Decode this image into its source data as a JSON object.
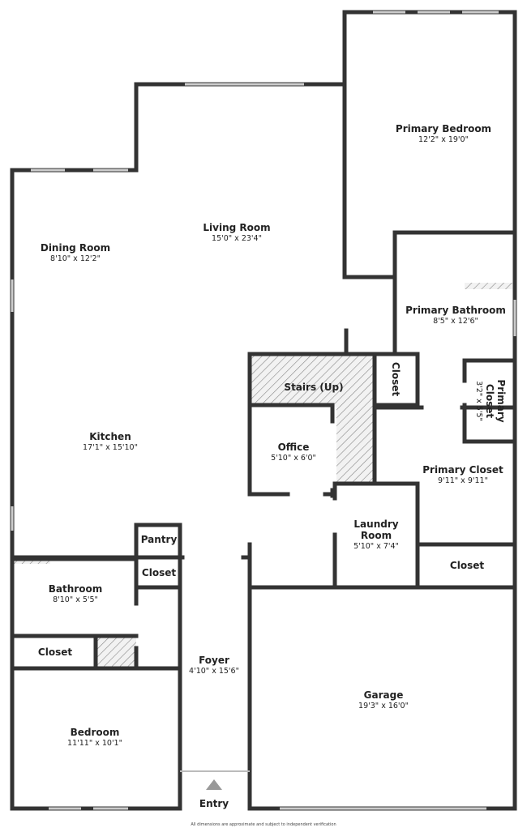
{
  "rooms": {
    "primary_bedroom": {
      "name": "Primary Bedroom",
      "dims": "12'2\" x 19'0\""
    },
    "living_room": {
      "name": "Living Room",
      "dims": "15'0\" x 23'4\""
    },
    "dining_room": {
      "name": "Dining Room",
      "dims": "8'10\" x 12'2\""
    },
    "primary_bathroom": {
      "name": "Primary Bathroom",
      "dims": "8'5\" x 12'6\""
    },
    "stairs": {
      "name": "Stairs (Up)"
    },
    "closet_a": {
      "name": "Closet"
    },
    "primary_closet_small": {
      "name": "Primary Closet",
      "dims": "3'2\" x 5'5\""
    },
    "kitchen": {
      "name": "Kitchen",
      "dims": "17'1\" x 15'10\""
    },
    "office": {
      "name": "Office",
      "dims": "5'10\" x 6'0\""
    },
    "primary_closet": {
      "name": "Primary Closet",
      "dims": "9'11\" x 9'11\""
    },
    "laundry": {
      "name": "Laundry Room",
      "dims": "5'10\" x 7'4\""
    },
    "pantry": {
      "name": "Pantry"
    },
    "closet_b": {
      "name": "Closet"
    },
    "closet_c": {
      "name": "Closet"
    },
    "bathroom": {
      "name": "Bathroom",
      "dims": "8'10\" x 5'5\""
    },
    "closet_d": {
      "name": "Closet"
    },
    "foyer": {
      "name": "Foyer",
      "dims": "4'10\" x 15'6\""
    },
    "garage": {
      "name": "Garage",
      "dims": "19'3\" x 16'0\""
    },
    "bedroom": {
      "name": "Bedroom",
      "dims": "11'11\" x 10'1\""
    },
    "entry": {
      "name": "Entry"
    }
  },
  "disclaimer": "All dimensions are approximate and subject to independent verification",
  "colors": {
    "wall": "#333333",
    "hatch": "#888888"
  }
}
